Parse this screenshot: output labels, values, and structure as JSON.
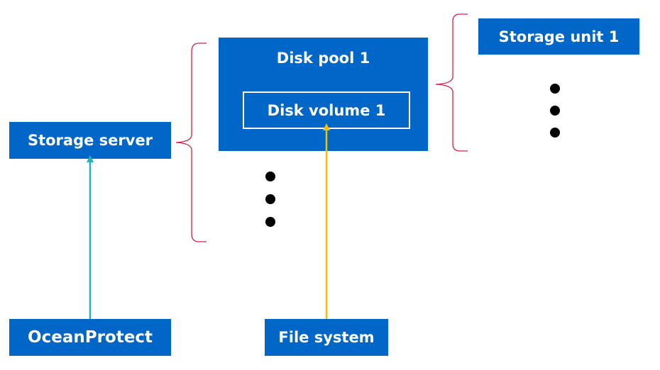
{
  "boxes": {
    "storage_server": "Storage server",
    "disk_pool": "Disk pool 1",
    "disk_volume": "Disk volume 1",
    "storage_unit": "Storage unit 1",
    "ocean_protect": "OceanProtect",
    "file_system": "File system"
  },
  "colors": {
    "box_fill": "#0066c8",
    "brace": "#d81e4c",
    "arrow_teal": "#26b2b8",
    "arrow_yellow": "#f2c200",
    "dots": "#000000"
  }
}
